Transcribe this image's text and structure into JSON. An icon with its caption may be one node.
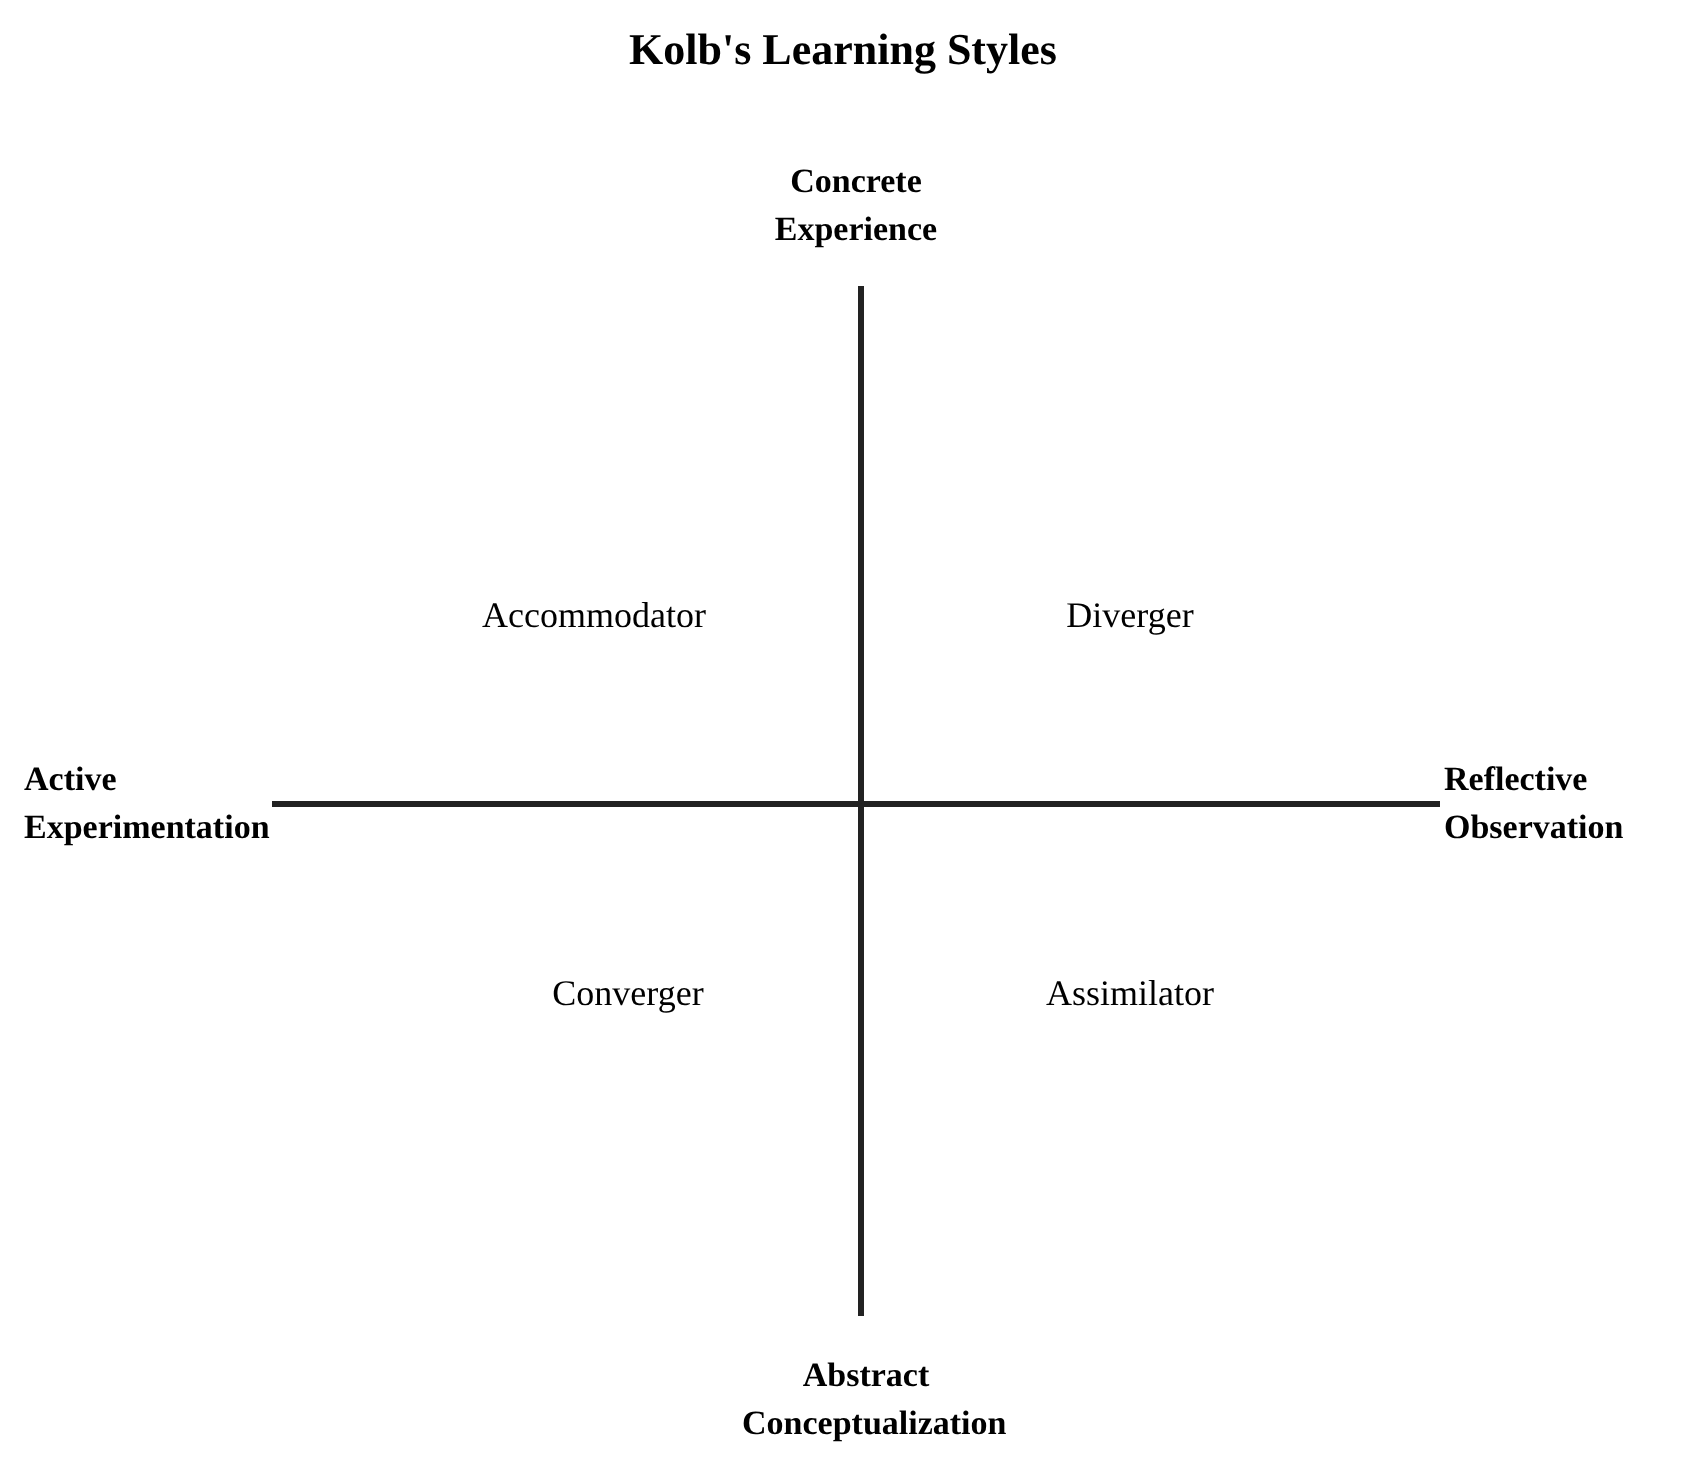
{
  "diagram": {
    "title": "Kolb's Learning Styles",
    "nodes": [
      {
        "text": [
          "Concrete Experience"
        ]
      },
      {
        "text": [
          "Active Experimentation"
        ]
      },
      {
        "text": [
          "Reflective Observation"
        ]
      },
      {
        "text": [
          "Abstract Conceptualization"
        ]
      }
    ],
    "edges": [
      {
        "from": 0,
        "to": 3,
        "arrow": "none"
      },
      {
        "from": 1,
        "to": 2,
        "arrow": "none"
      }
    ],
    "labels": [
      "Accommodator",
      "Diverger",
      "Converger",
      "Assimilator"
    ]
  }
}
